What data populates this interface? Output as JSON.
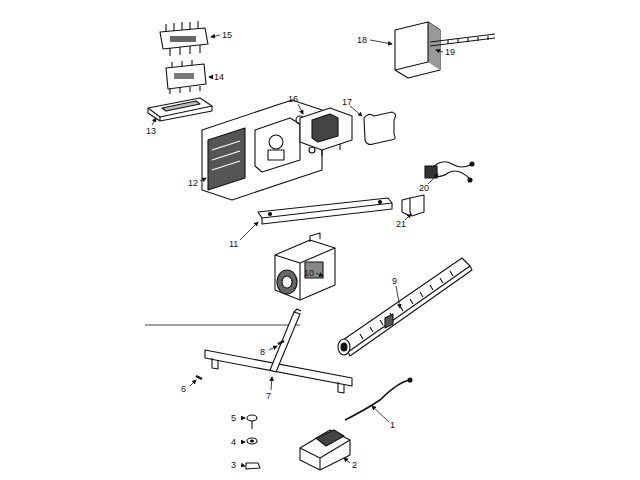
{
  "diagram": {
    "labels": [
      "15",
      "18",
      "19",
      "14",
      "16",
      "17",
      "13",
      "12",
      "20",
      "21",
      "11",
      "10",
      "9",
      "8",
      "7",
      "6",
      "5",
      "1",
      "4",
      "2",
      "3"
    ]
  }
}
